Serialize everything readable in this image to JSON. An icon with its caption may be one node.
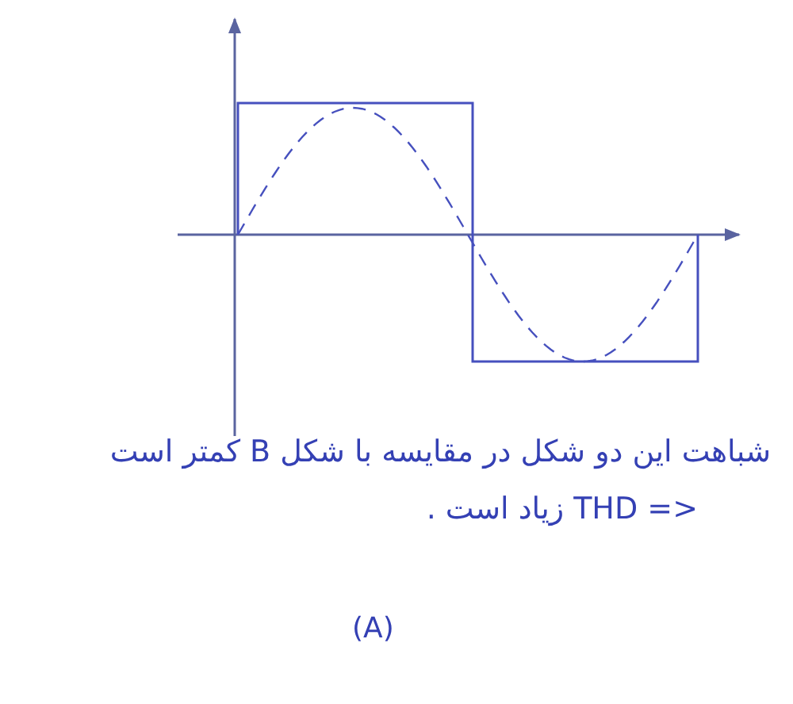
{
  "diagram": {
    "labels": [
      "شباهت این دو شکل در مقایسه با شکل B کمتر است",
      "<= THD زیاد است .",
      "(A)"
    ]
  }
}
